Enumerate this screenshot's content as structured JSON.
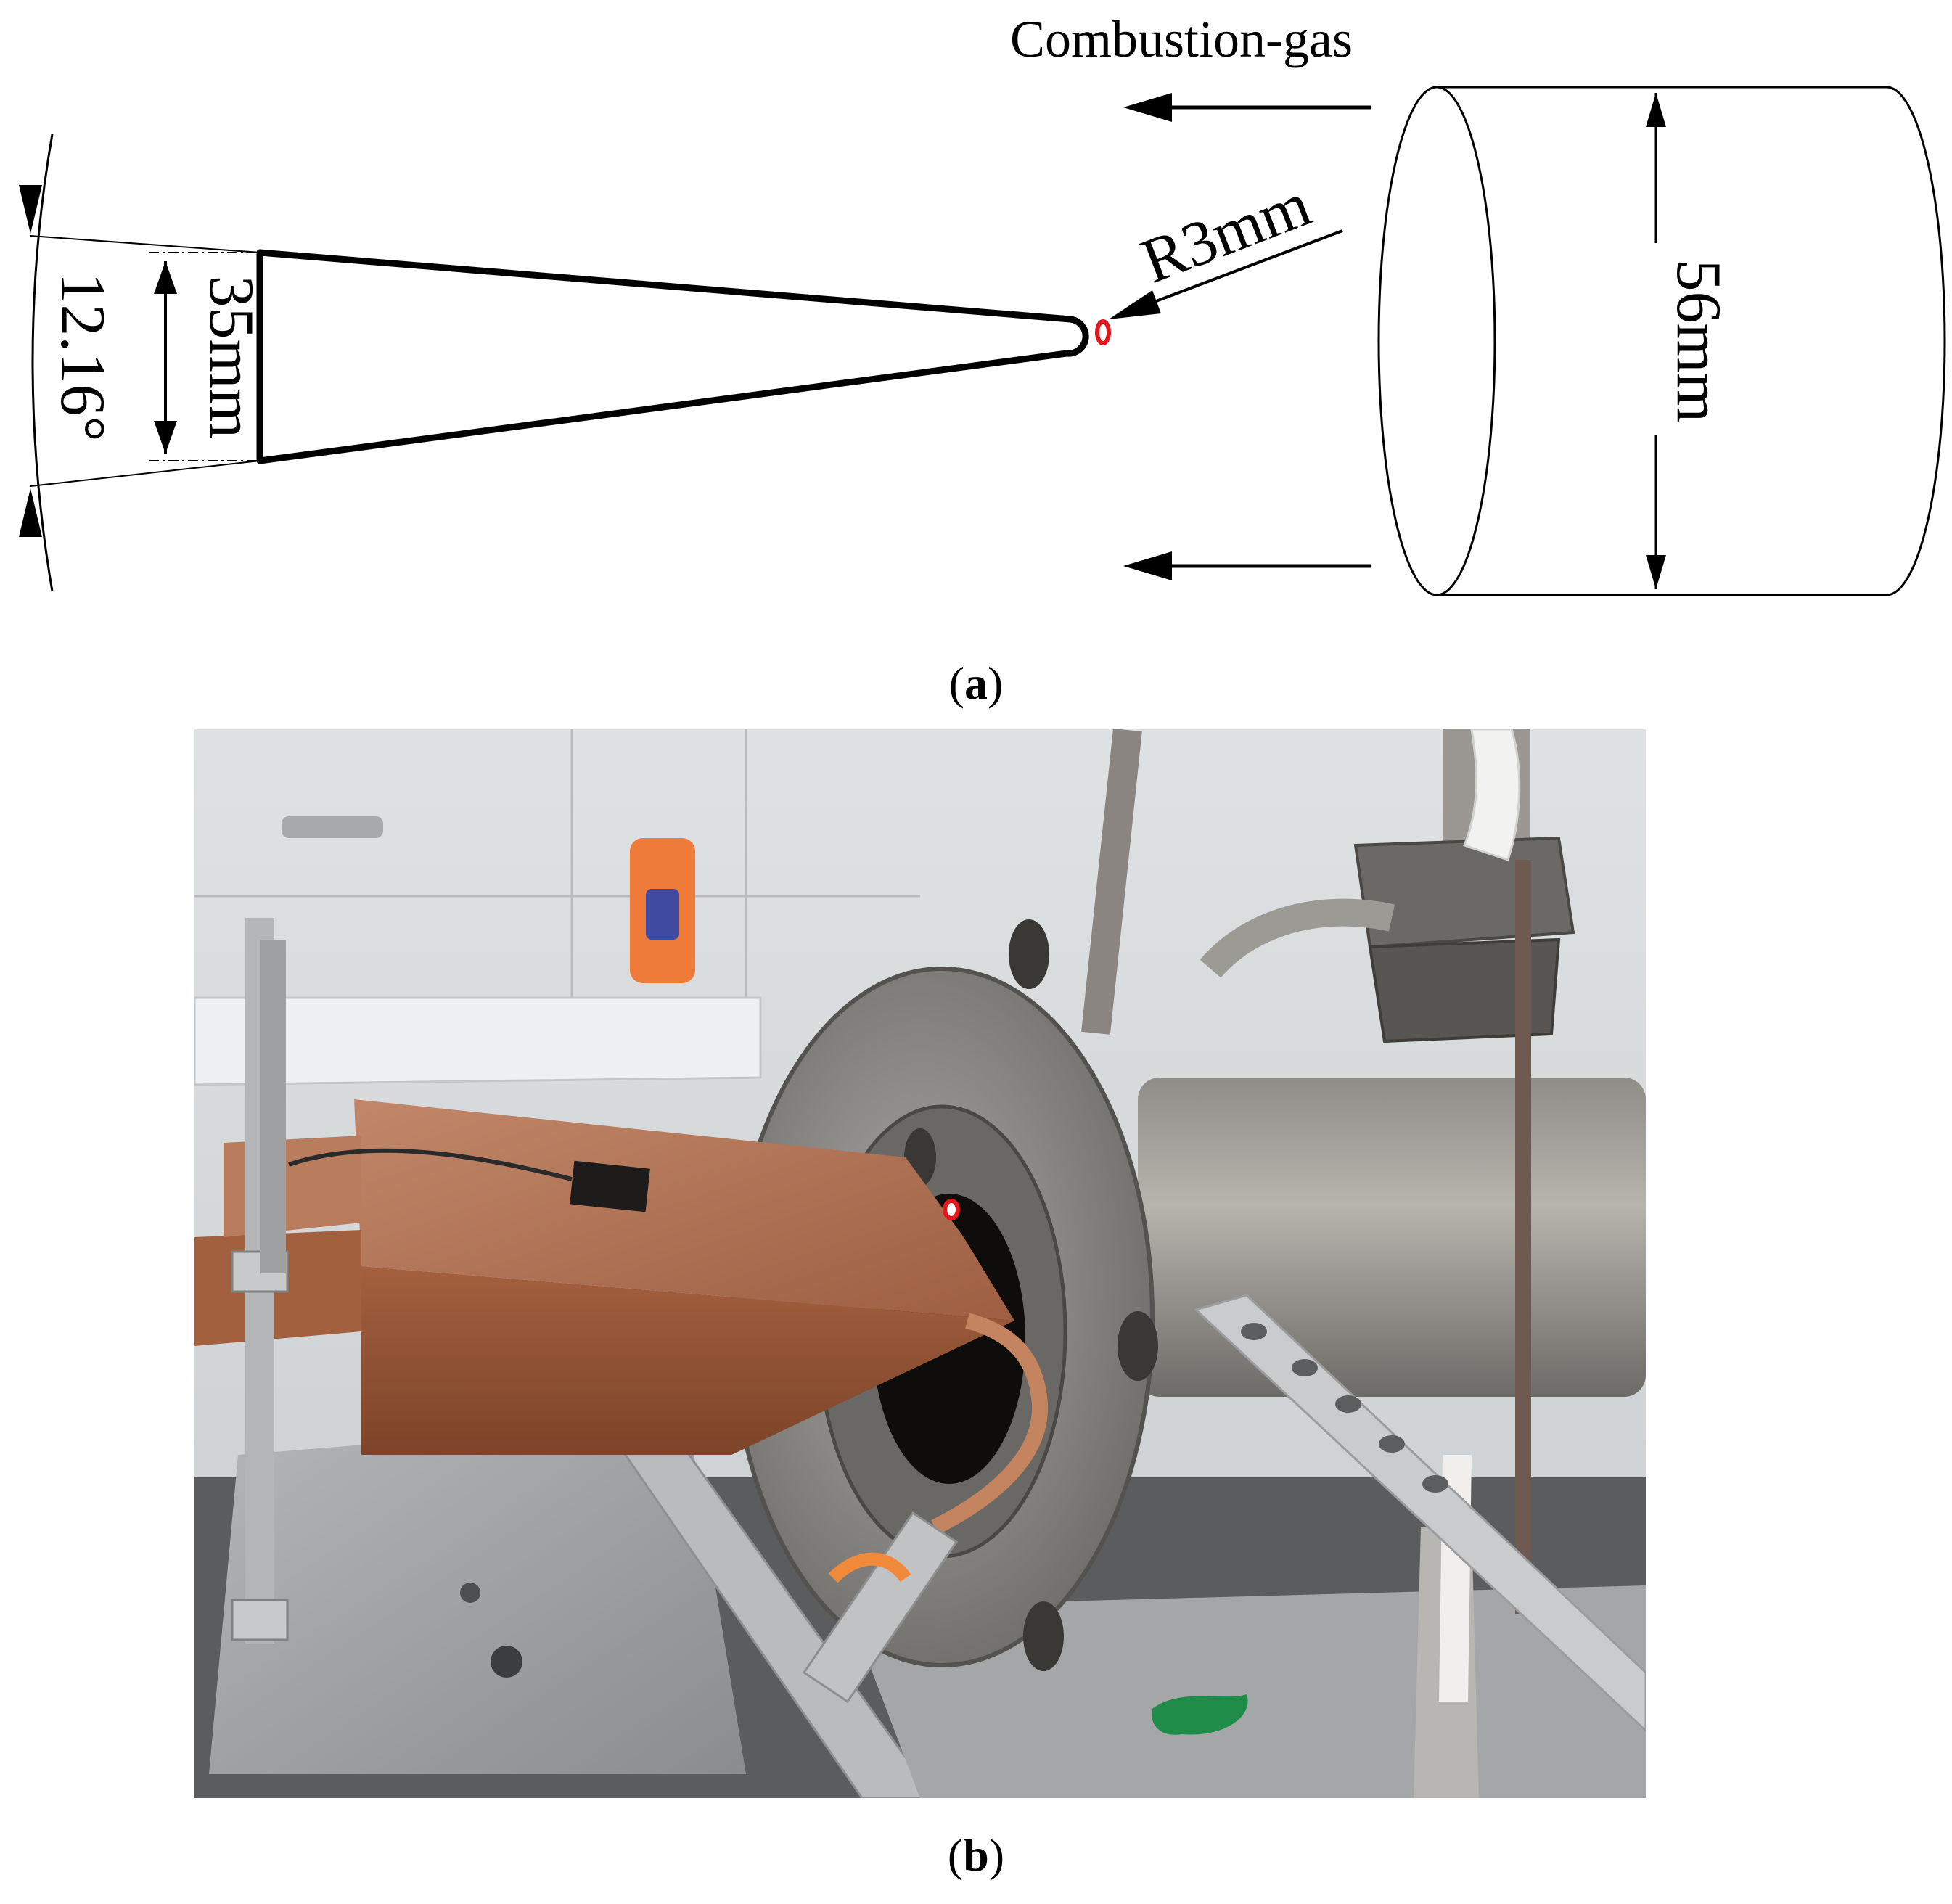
{
  "panel_a": {
    "flow_label": "Combustion-gas",
    "radius_label": "R3mm",
    "base_width_label": "35mm",
    "angle_label": "12.16°",
    "diameter_label": "56mm",
    "caption_letter": "a"
  },
  "panel_b": {
    "caption_letter": "b"
  },
  "colors": {
    "line": "#000000",
    "marker": "#e4151b",
    "copper": "#b5704b",
    "steel": "#8c8a86"
  }
}
